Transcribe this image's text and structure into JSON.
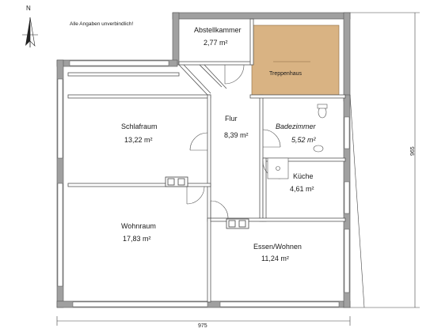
{
  "note": "Alle Angaben unverbindlich!",
  "north_label": "N",
  "colors": {
    "wall": "#9e9e9e",
    "wall_stroke": "#555555",
    "stairs": "#d9b383",
    "line": "#444444"
  },
  "rooms": {
    "abstellkammer": {
      "name": "Abstellkammer",
      "area": "2,77 m²"
    },
    "treppenhaus": {
      "name": "Treppenhaus"
    },
    "flur": {
      "name": "Flur",
      "area": "8,39 m²"
    },
    "schlafraum": {
      "name": "Schlafraum",
      "area": "13,22 m²"
    },
    "badezimmer": {
      "name": "Badezimmer",
      "area": "5,52 m²"
    },
    "kueche": {
      "name": "Küche",
      "area": "4,61 m²"
    },
    "wohnraum": {
      "name": "Wohnraum",
      "area": "17,83 m²"
    },
    "essen_wohnen": {
      "name": "Essen/Wohnen",
      "area": "11,24 m²"
    }
  },
  "dimensions": {
    "width": "975",
    "height": "965"
  }
}
